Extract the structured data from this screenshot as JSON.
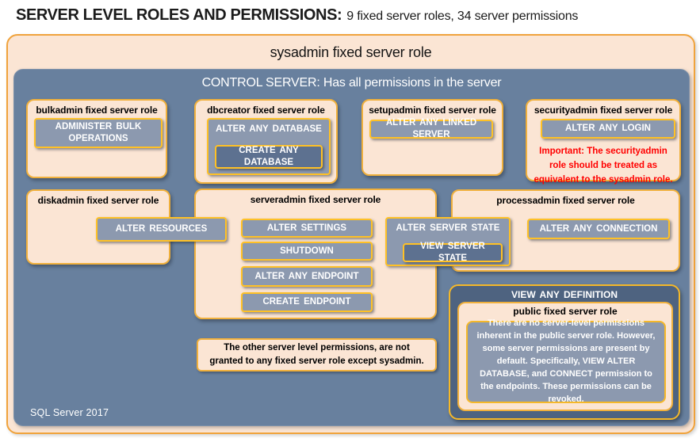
{
  "page_title": {
    "main": "SERVER LEVEL ROLES AND PERMISSIONS:",
    "sub": "9 fixed server roles, 34 server permissions"
  },
  "sysadmin": {
    "label": "sysadmin fixed server role"
  },
  "control_server": {
    "label": "CONTROL SERVER: Has all permissions in the server"
  },
  "bulkadmin": {
    "title": "bulkadmin fixed server role",
    "perm_administer_bulk_operations": "ADMINISTER BULK OPERATIONS"
  },
  "dbcreator": {
    "title": "dbcreator fixed server role",
    "perm_alter_any_database": "ALTER ANY DATABASE",
    "perm_create_any_database": "CREATE ANY DATABASE"
  },
  "setupadmin": {
    "title": "setupadmin fixed server role",
    "perm_alter_any_linked_server": "ALTER ANY LINKED SERVER"
  },
  "securityadmin": {
    "title": "securityadmin fixed server role",
    "perm_alter_any_login": "ALTER ANY LOGIN",
    "warning": "Important: The securityadmin role should be treated as equivalent to the sysadmin role."
  },
  "diskadmin": {
    "title": "diskadmin fixed server role",
    "perm_alter_resources": "ALTER RESOURCES"
  },
  "serveradmin": {
    "title": "serveradmin fixed server role",
    "perm_alter_settings": "ALTER SETTINGS",
    "perm_shutdown": "SHUTDOWN",
    "perm_alter_any_endpoint": "ALTER ANY ENDPOINT",
    "perm_create_endpoint": "CREATE ENDPOINT",
    "perm_alter_server_state": "ALTER SERVER STATE",
    "perm_view_server_state": "VIEW SERVER STATE"
  },
  "processadmin": {
    "title": "processadmin fixed server role",
    "perm_alter_any_connection": "ALTER ANY CONNECTION"
  },
  "other_permissions_note": "The other server level permissions, are not granted to any fixed server role except sysadmin.",
  "view_any_definition": {
    "label": "VIEW ANY DEFINITION"
  },
  "public_role": {
    "title": "public fixed server role",
    "description": "There are no server-level permissions inherent in the public server role. However, some server permissions are present by default. Specifically, VIEW ALTER DATABASE, and CONNECT permission to the endpoints. These permissions can be revoked."
  },
  "footer": {
    "label": "SQL Server 2017"
  },
  "colors": {
    "background_blue": "#68809E",
    "box_peach": "#FBE5D4",
    "outer_border_orange": "#F0A33C",
    "permission_box_gray": "#8C99AF",
    "permission_border_gold": "#FFC125",
    "nested_permission_dark": "#5D7190",
    "view_any_definition_dark": "#4E6380",
    "warning_red": "#FF0000"
  }
}
